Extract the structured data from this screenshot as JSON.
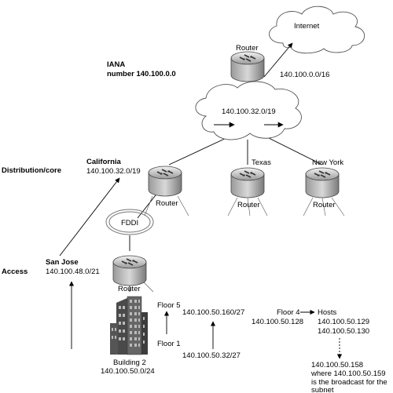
{
  "cloud_internet": {
    "label": "Internet"
  },
  "cloud_center": {
    "label": "140.100.32.0/19"
  },
  "iana": {
    "line1": "IANA",
    "line2": "number 140.100.0.0"
  },
  "top_router": {
    "label": "Router",
    "link_label": "140.100.0.0/16"
  },
  "levels": {
    "distribution": "Distribution/core",
    "access": "Access"
  },
  "california": {
    "name": "California",
    "prefix": "140.100.32.0/19"
  },
  "san_jose": {
    "name": "San Jose",
    "prefix": "140.100.48.0/21"
  },
  "distribution_routers": [
    {
      "label": "Router",
      "region": ""
    },
    {
      "label": "Router",
      "region": "Texas"
    },
    {
      "label": "Router",
      "region": "New York"
    }
  ],
  "fddi": {
    "label": "FDDI"
  },
  "access_router": {
    "label": "Router"
  },
  "building": {
    "name": "Building 2",
    "prefix": "140.100.50.0/24"
  },
  "floors": {
    "floor5": "Floor 5",
    "floor1": "Floor 1",
    "floor5_prefix": "140.100.50.160/27",
    "floor1_prefix": "140.100.50.32/27",
    "floor4": "Floor 4",
    "floor4_prefix": "140.100.50.128",
    "hosts": "Hosts",
    "host_a": "140.100.50.129",
    "host_b": "140.100.50.130",
    "host_last": "140.100.50.158",
    "note_1": "where 140.100.50.159",
    "note_2": "is the broadcast for the",
    "note_3": "subnet"
  }
}
